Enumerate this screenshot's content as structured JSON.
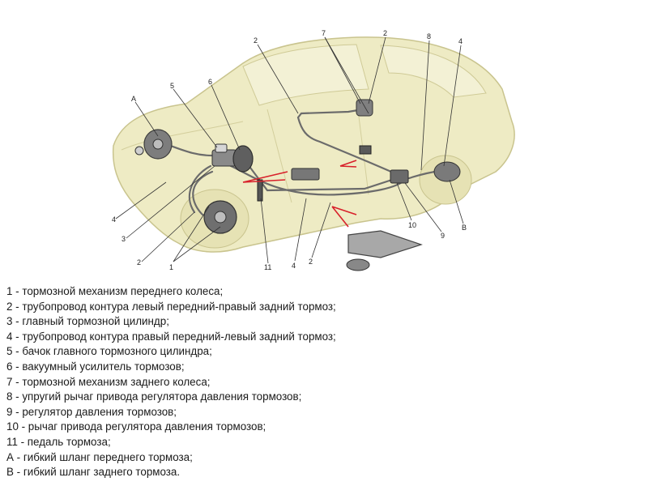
{
  "callouts": {
    "A": "A",
    "B": "B",
    "c1": "1",
    "c2a": "2",
    "c2b": "2",
    "c2c": "2",
    "c2d": "2",
    "c3": "3",
    "c4a": "4",
    "c4b": "4",
    "c4c": "4",
    "c5": "5",
    "c6": "6",
    "c7": "7",
    "c8": "8",
    "c9": "9",
    "c10": "10",
    "c11": "11"
  },
  "legend": [
    "1 - тормозной механизм переднего колеса;",
    "2 - трубопровод контура левый передний-правый задний тормоз;",
    "3 - главный тормозной цилиндр;",
    "4 - трубопровод контура правый передний-левый задний тормоз;",
    "5 - бачок главного тормозного цилиндра;",
    "6 - вакуумный усилитель тормозов;",
    "7 - тормозной механизм заднего колеса;",
    "8 - упругий рычаг привода регулятора давления тормозов;",
    "9 - регулятор давления тормозов;",
    "10 - рычаг привода регулятора давления тормозов;",
    "11 - педаль тормоза;",
    "А - гибкий шланг переднего тормоза;",
    "В - гибкий шланг заднего тормоза."
  ],
  "colors": {
    "body_fill": "#eeebc4",
    "body_stroke": "#c9c48e",
    "pipe": "#6b6b6b",
    "parts": "#4a4a4a",
    "arrow": "#d8202a"
  }
}
